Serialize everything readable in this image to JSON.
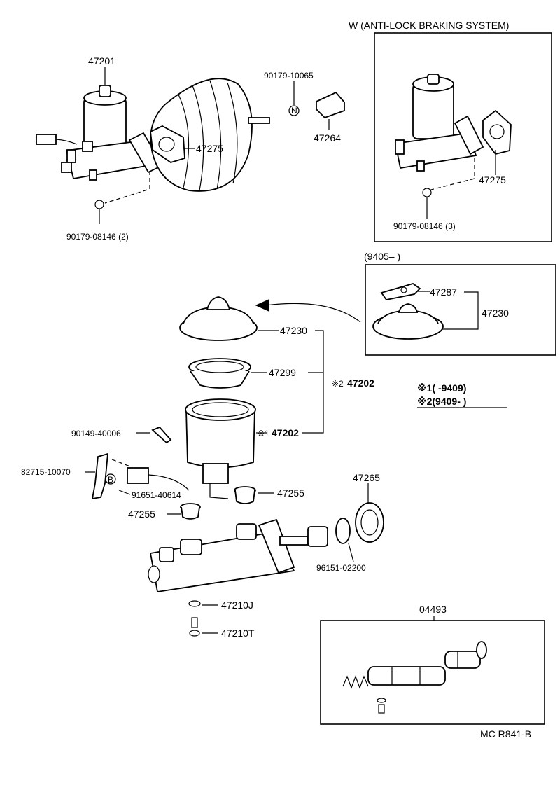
{
  "abs_section": {
    "title": "W (ANTI-LOCK BRAKING SYSTEM)",
    "gasket_label": "47275",
    "nut_label": "90179-08146 (3)"
  },
  "upper_left": {
    "master_cylinder_assy": "47201",
    "gasket": "47275",
    "nut": "90179-08146 (2)",
    "nut_top": "90179-10065",
    "nut_mark": "N",
    "bracket": "47264"
  },
  "cap_variant": {
    "period": "(9405–          )",
    "plate": "47287",
    "cap": "47230"
  },
  "reservoir": {
    "cap": "47230",
    "strainer": "47299",
    "reservoir_set_2": "47202",
    "reservoir_set_2_mark": "※2",
    "reservoir_set_1": "47202",
    "reservoir_set_1_mark": "※1",
    "screw": "90149-40006",
    "bracket": "82715-10070",
    "bolt": "91651-40614",
    "bolt_mark": "B",
    "grommet_right": "47255",
    "grommet_left": "47255"
  },
  "notes": {
    "note1": "※1(          -9409)",
    "note2": "※2(9409-          )"
  },
  "cylinder": {
    "boot": "47265",
    "snap_ring": "96151-02200",
    "gasket_j": "47210J",
    "bolt_t": "47210T"
  },
  "kit": {
    "label": "04493"
  },
  "code": "MC R841-B"
}
